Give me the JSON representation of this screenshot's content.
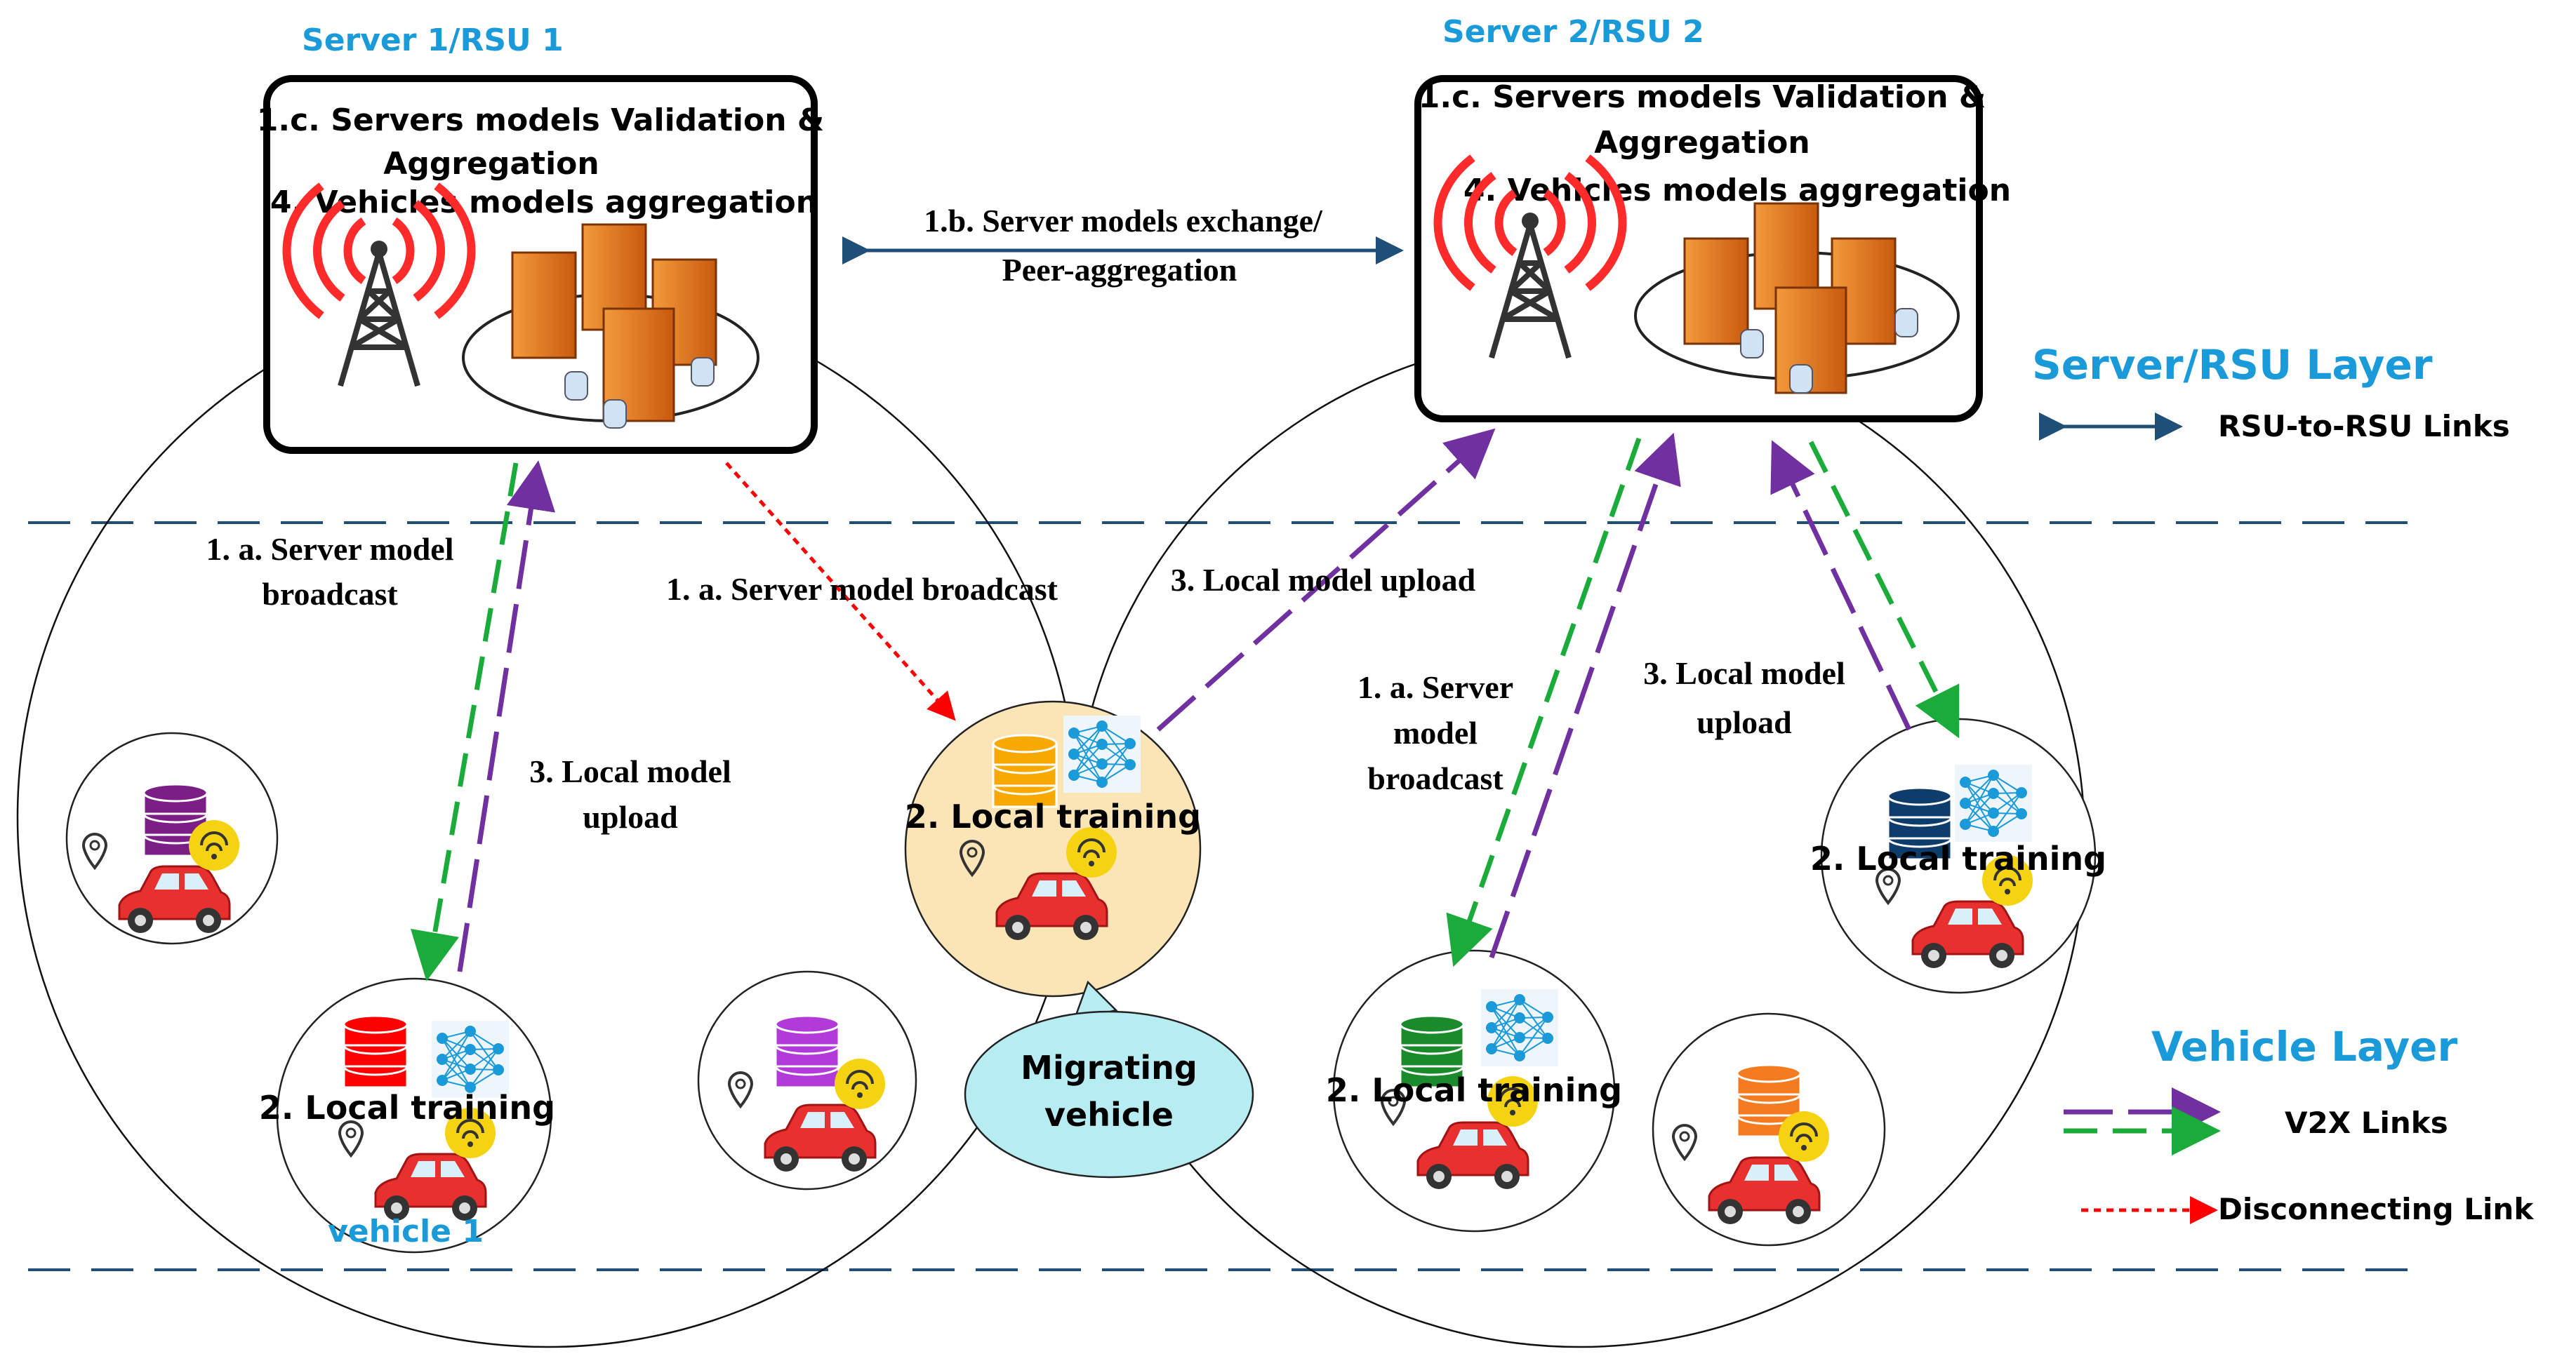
{
  "colors": {
    "accent_blue": "#1a9ad9",
    "dark_blue_line": "#1f4e79",
    "v2x_purple": "#7030a0",
    "v2x_green": "#1aab3a",
    "disconnect_red": "#ff0000",
    "migrating_fill": "#b7ecf3",
    "highlight_fill": "#fbe5b6"
  },
  "servers": [
    {
      "title": "Server 1/RSU 1",
      "lines": [
        "1.c. Servers models Validation &",
        "Aggregation",
        "4. Vehicles models aggregation"
      ]
    },
    {
      "title": "Server 2/RSU 2",
      "lines": [
        "1.c. Servers models Validation &",
        "Aggregation",
        "4. Vehicles models aggregation"
      ]
    }
  ],
  "labels": {
    "exchange": [
      "1.b. Server models exchange/",
      "Peer-aggregation"
    ],
    "broadcast_left": [
      "1. a. Server model",
      "broadcast"
    ],
    "broadcast_mid": "1. a. Server model broadcast",
    "upload_mid": "3. Local model upload",
    "upload_left": [
      "3. Local model",
      "upload"
    ],
    "broadcast_right": [
      "1. a. Server",
      "model",
      "broadcast"
    ],
    "upload_right": [
      "3. Local model",
      "upload"
    ],
    "local_training": "2. Local training",
    "vehicle1": "vehicle 1",
    "migrating": [
      "Migrating",
      "vehicle"
    ]
  },
  "legend": {
    "server_layer": "Server/RSU Layer",
    "rsu_links": "RSU-to-RSU Links",
    "vehicle_layer": "Vehicle Layer",
    "v2x_links": "V2X Links",
    "disconnecting": "Disconnecting Link"
  },
  "icons": {
    "tower": "radio-tower-icon",
    "servers": "server-cluster-icon",
    "database": "database-icon",
    "network": "neural-network-icon",
    "car": "car-icon",
    "location": "location-pin-icon",
    "wifi": "wifi-badge-icon"
  },
  "databases": [
    {
      "color": "#7b1f87"
    },
    {
      "color": "#ff0000"
    },
    {
      "color": "#b23ad8"
    },
    {
      "color": "#f7a900"
    },
    {
      "color": "#1a8a2a"
    },
    {
      "color": "#f47b20"
    },
    {
      "color": "#0f3d6b"
    }
  ]
}
